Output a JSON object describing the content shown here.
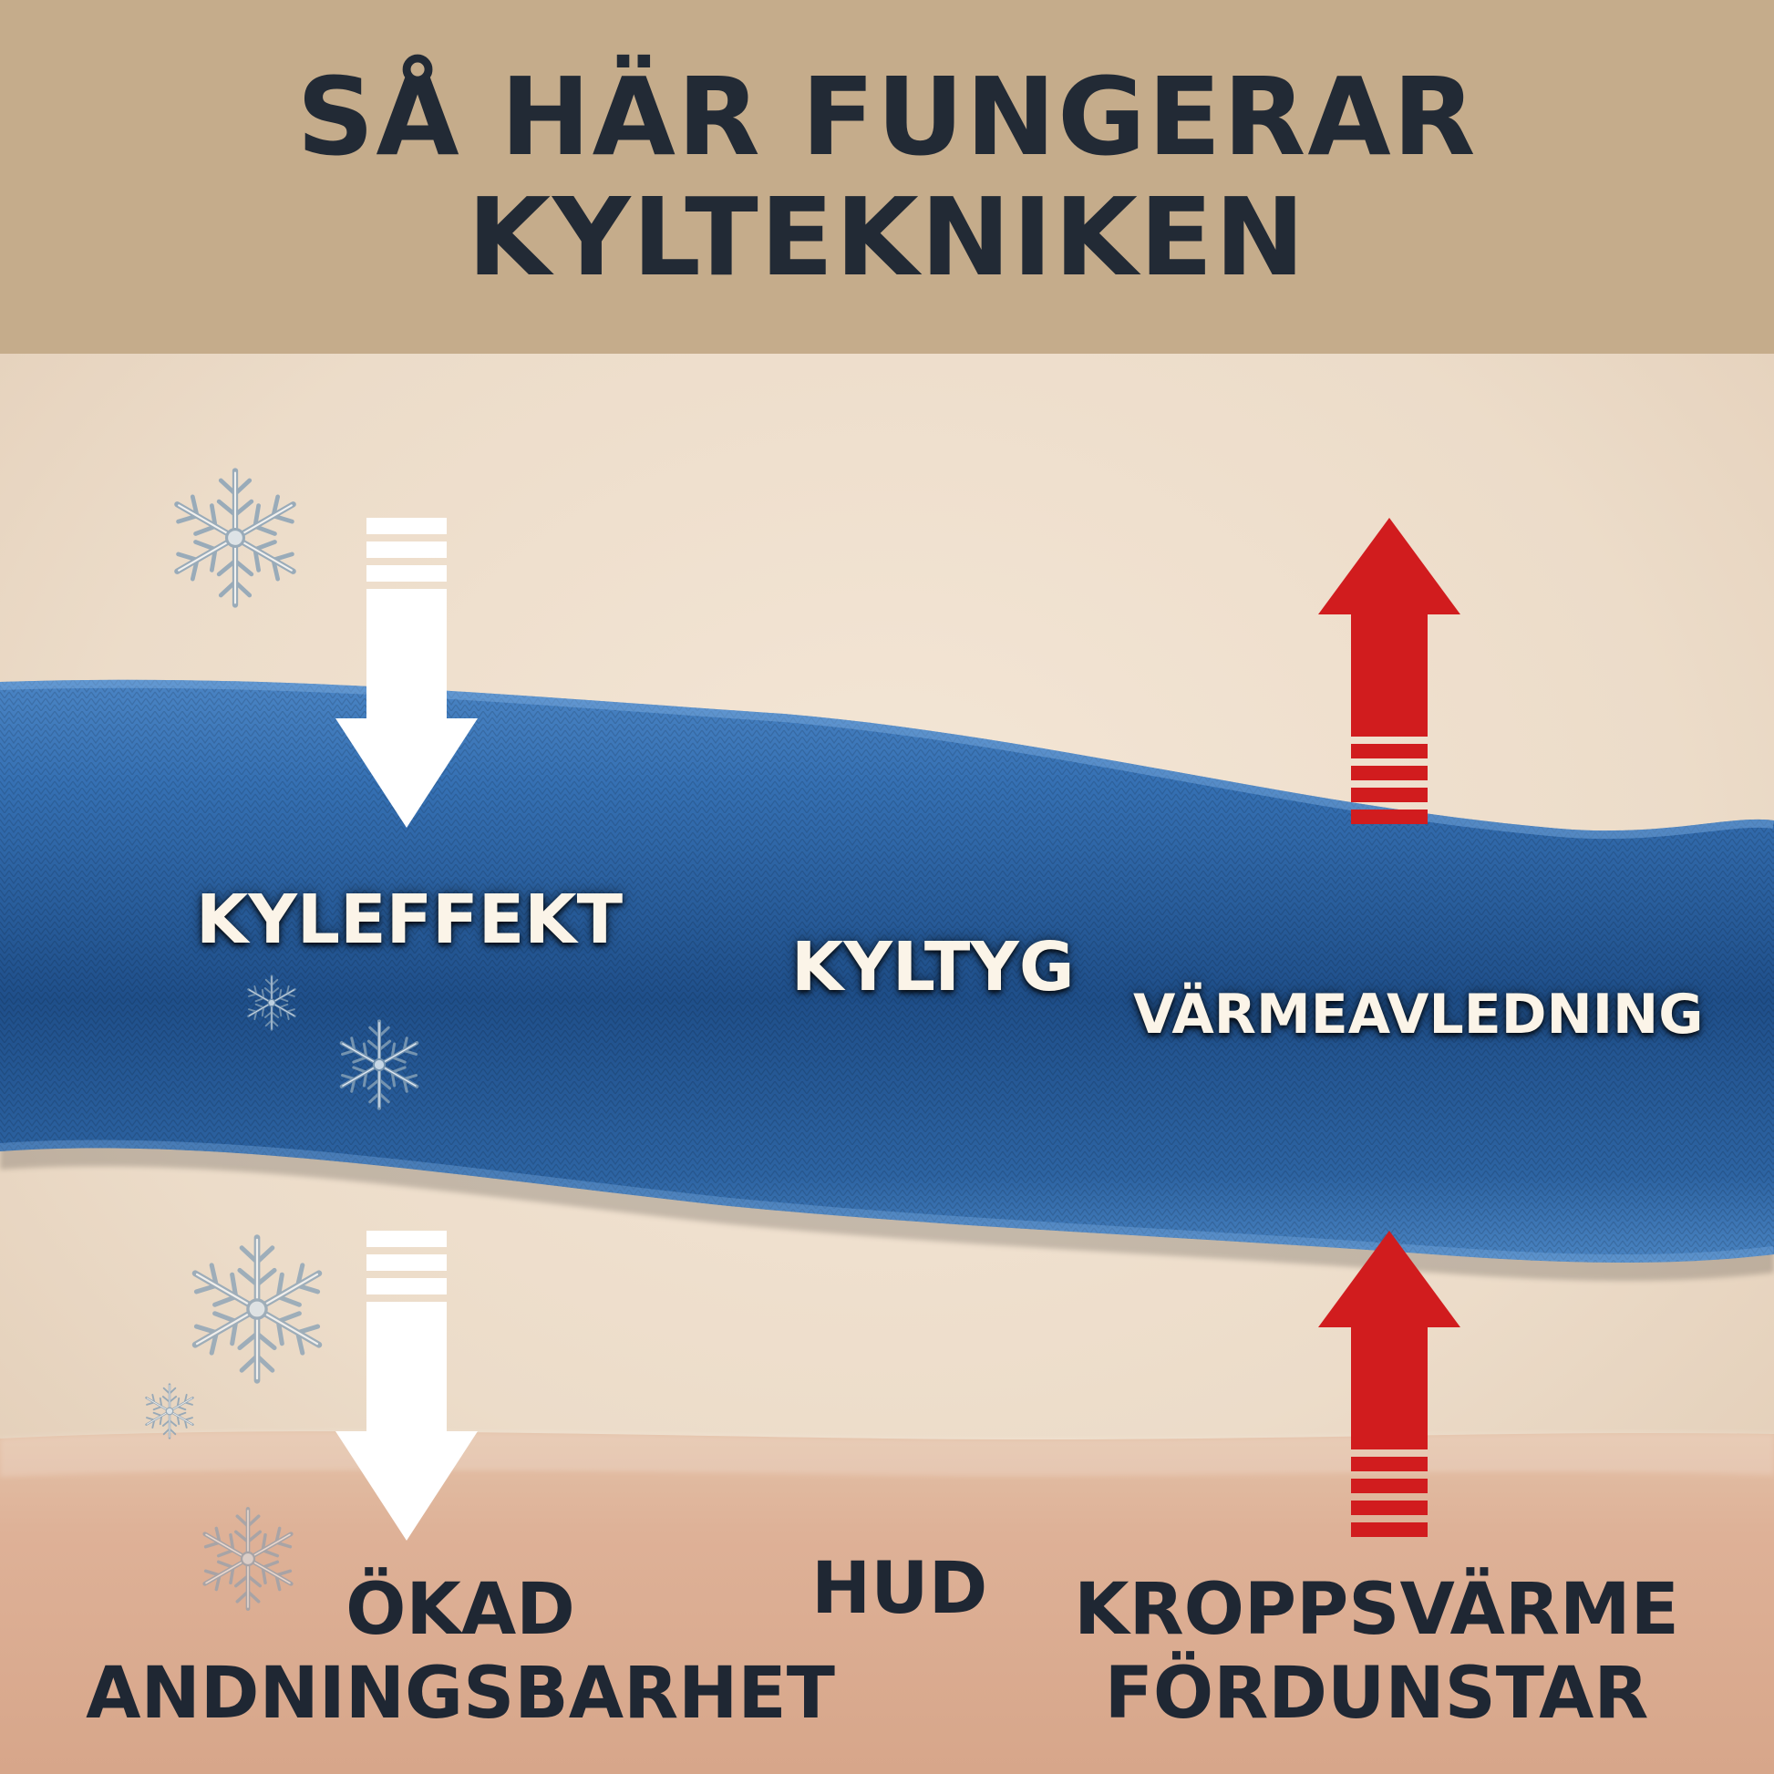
{
  "header": {
    "title_line1": "SÅ HÄR FUNGERAR",
    "title_line2": "KYLTEKNIKEN"
  },
  "labels": {
    "cooling_effect": "KYLEFFEKT",
    "fabric": "KYLTYG",
    "heat_dissipation": "VÄRMEAVLEDNING",
    "skin": "HUD",
    "breathability_line1": "ÖKAD",
    "breathability_line2": "ANDNINGSBARHET",
    "body_heat_line1": "KROPPSVÄRME",
    "body_heat_line2": "FÖRDUNSTAR"
  },
  "icons": {
    "cool_arrow": "arrow-down-icon",
    "heat_arrow": "arrow-up-icon",
    "snowflake": "snowflake-icon"
  },
  "colors": {
    "header_bg": "#c5ac8b",
    "title_text": "#222a35",
    "fabric_blue": "#2f66a6",
    "heat_red": "#d11c1e",
    "cool_white": "#ffffff",
    "skin_tone": "#dfb39a"
  }
}
